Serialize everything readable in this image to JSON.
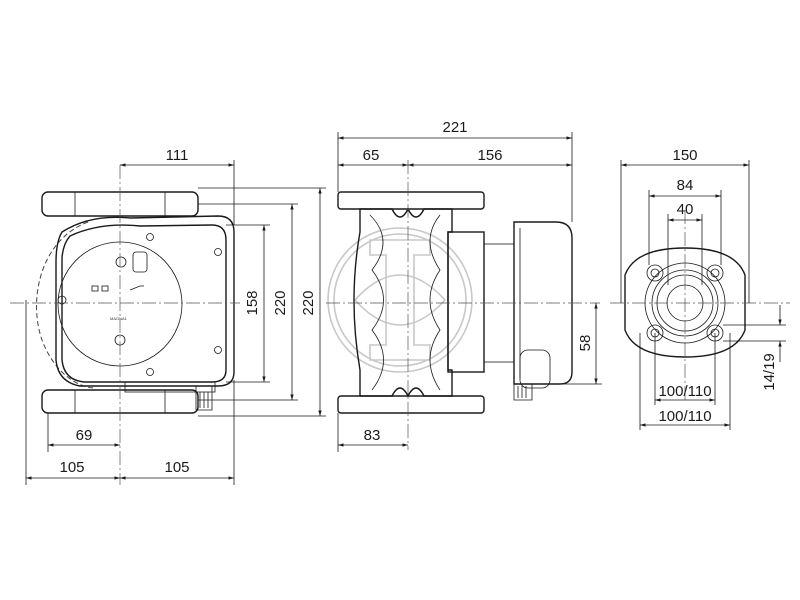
{
  "front_view": {
    "dim_top": "111",
    "dim_bottom_left": "69",
    "dim_bottom_a": "105",
    "dim_bottom_b": "105",
    "dim_right_a": "158",
    "dim_right_b": "220",
    "dim_right_c": "220",
    "brand_label": "MAGNA1"
  },
  "side_view": {
    "dim_overall": "221",
    "dim_a": "65",
    "dim_b": "156",
    "dim_bottom": "83",
    "dim_right": "58"
  },
  "flange_view": {
    "dim_outer": "150",
    "dim_bolt": "84",
    "dim_bore": "40",
    "dim_base_a": "100/110",
    "dim_base_b": "100/110",
    "dim_hole": "14/19"
  }
}
